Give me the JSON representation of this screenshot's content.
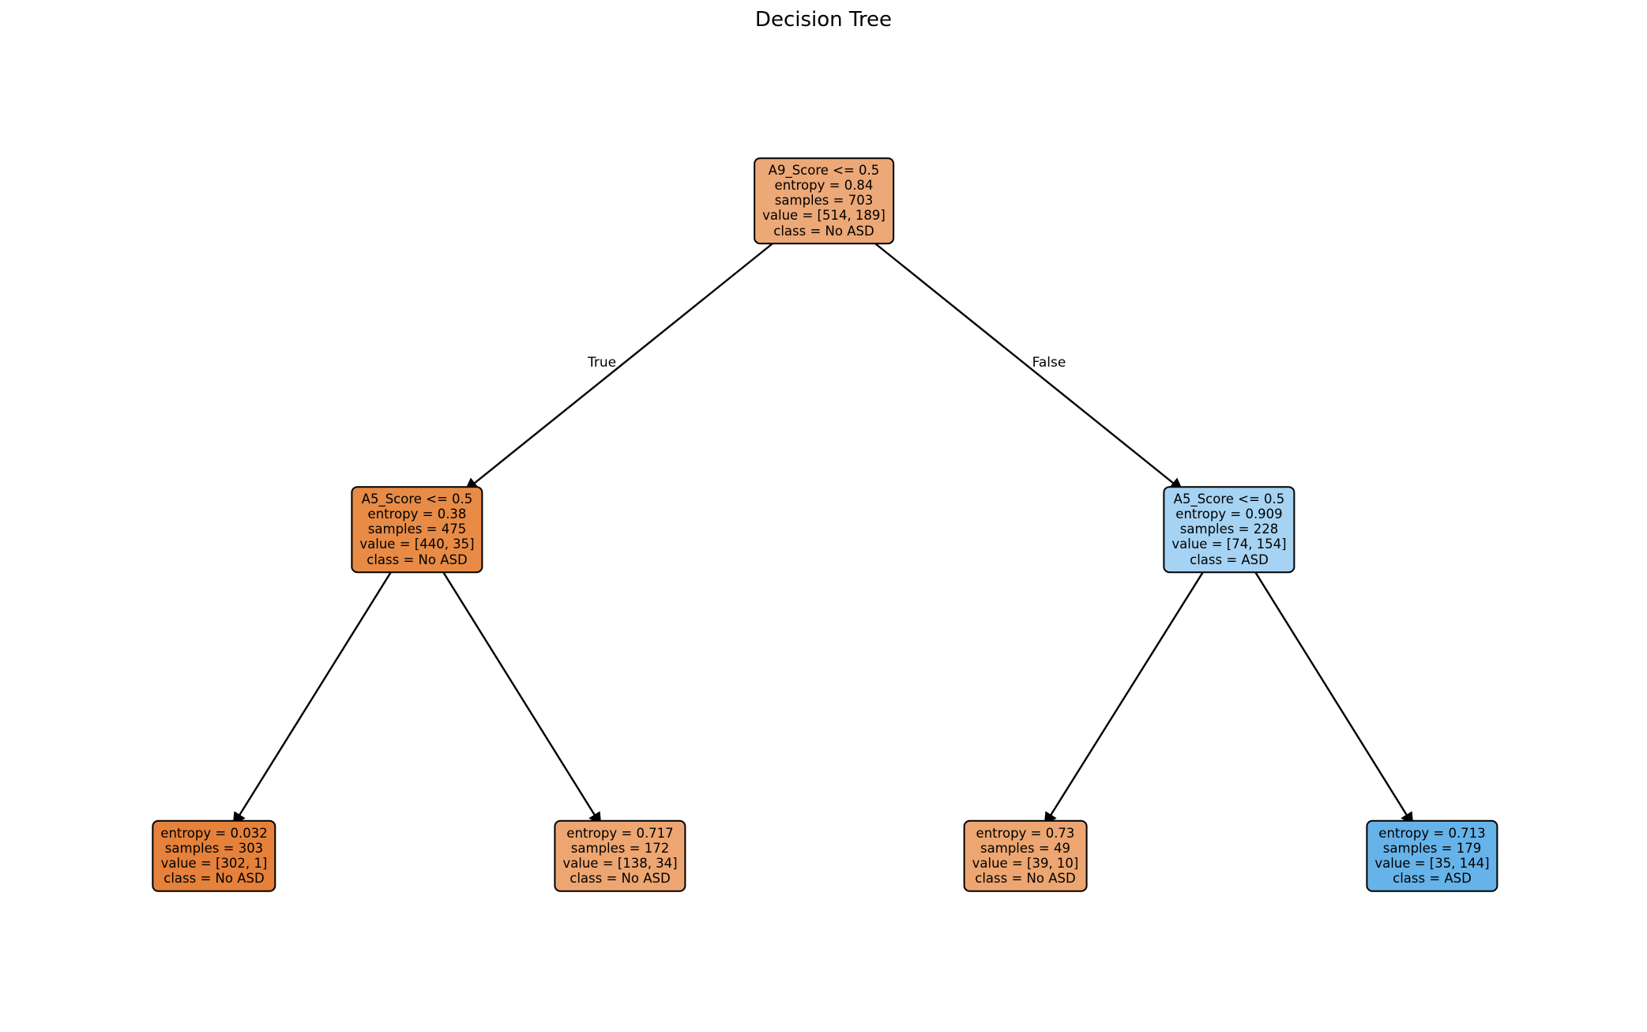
{
  "title": "Decision Tree",
  "edges": {
    "true_label": "True",
    "false_label": "False"
  },
  "class_colors": {
    "no_asd_base": "#e5813a",
    "asd_base": "#399de5"
  },
  "nodes": [
    {
      "id": "root",
      "lines": [
        "A9_Score <= 0.5",
        "entropy = 0.84",
        "samples = 703",
        "value = [514, 189]",
        "class = No ASD"
      ],
      "color": "#eca877"
    },
    {
      "id": "internal-left",
      "lines": [
        "A5_Score <= 0.5",
        "entropy = 0.38",
        "samples = 475",
        "value = [440, 35]",
        "class = No ASD"
      ],
      "color": "#e78b46"
    },
    {
      "id": "internal-right",
      "lines": [
        "A5_Score <= 0.5",
        "entropy = 0.909",
        "samples = 228",
        "value = [74, 154]",
        "class = ASD"
      ],
      "color": "#a6d3f3"
    },
    {
      "id": "leaf-1",
      "lines": [
        "entropy = 0.032",
        "samples = 303",
        "value = [302, 1]",
        "class = No ASD"
      ],
      "color": "#e5813a"
    },
    {
      "id": "leaf-2",
      "lines": [
        "entropy = 0.717",
        "samples = 172",
        "value = [138, 34]",
        "class = No ASD"
      ],
      "color": "#eda671"
    },
    {
      "id": "leaf-3",
      "lines": [
        "entropy = 0.73",
        "samples = 49",
        "value = [39, 10]",
        "class = No ASD"
      ],
      "color": "#eda671"
    },
    {
      "id": "leaf-4",
      "lines": [
        "entropy = 0.713",
        "samples = 179",
        "value = [35, 144]",
        "class = ASD"
      ],
      "color": "#66b3e9"
    }
  ]
}
